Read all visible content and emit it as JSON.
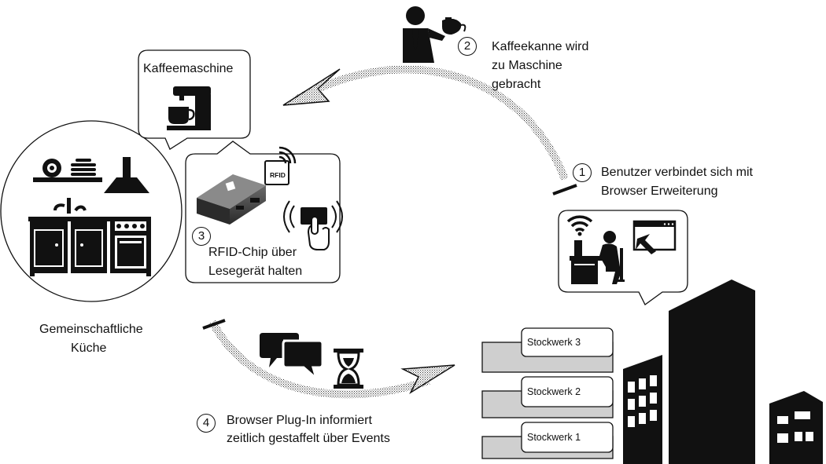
{
  "steps": {
    "step1": {
      "number": "1",
      "line1": "Benutzer verbindet sich mit",
      "line2": "Browser Erweiterung"
    },
    "step2": {
      "number": "2",
      "line1": "Kaffeekanne wird",
      "line2": "zu Maschine",
      "line3": "gebracht"
    },
    "step3": {
      "number": "3",
      "line1": "RFID-Chip über",
      "line2": "Lesegerät halten"
    },
    "step4": {
      "number": "4",
      "line1": "Browser Plug-In informiert",
      "line2": "zeitlich gestaffelt über Events"
    }
  },
  "kitchen": {
    "line1": "Gemeinschaftliche",
    "line2": "Küche"
  },
  "coffee_machine": {
    "label": "Kaffeemaschine"
  },
  "rfid_tag": "RFID",
  "floors": [
    "Stockwerk 3",
    "Stockwerk 2",
    "Stockwerk 1"
  ]
}
